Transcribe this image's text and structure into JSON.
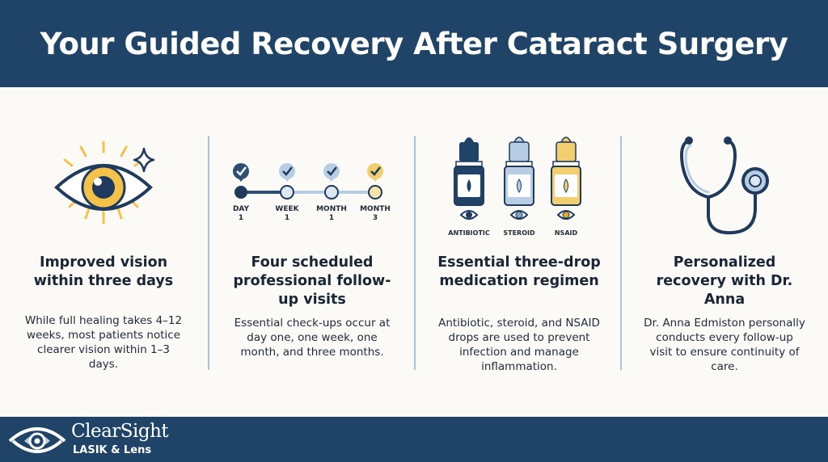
{
  "header": {
    "title": "Your Guided Recovery After Cataract Surgery"
  },
  "columns": [
    {
      "icon": "eye-sparkle-icon",
      "heading": "Improved vision within three days",
      "body": "While full healing takes 4–12 weeks, most patients notice clearer vision within 1–3 days."
    },
    {
      "icon": "timeline-icon",
      "heading": "Four scheduled professional follow-up visits",
      "body": "Essential check-ups occur at day one, one week, one month, and three months.",
      "timeline": [
        {
          "label_top": "DAY",
          "label_bottom": "1",
          "color": "#2d4f73"
        },
        {
          "label_top": "WEEK",
          "label_bottom": "1",
          "color": "#b7cde3"
        },
        {
          "label_top": "MONTH",
          "label_bottom": "1",
          "color": "#b7cde3"
        },
        {
          "label_top": "MONTH",
          "label_bottom": "3",
          "color": "#f2cf6e"
        }
      ]
    },
    {
      "icon": "eye-drops-icon",
      "heading": "Essential three-drop medication regimen",
      "body": "Antibiotic, steroid, and NSAID drops are used to prevent infection and manage inflammation.",
      "bottles": [
        {
          "label": "ANTIBIOTIC",
          "color": "#1f4468"
        },
        {
          "label": "STEROID",
          "color": "#b7cde3"
        },
        {
          "label": "NSAID",
          "color": "#f2cf6e"
        }
      ]
    },
    {
      "icon": "stethoscope-icon",
      "heading": "Personalized recovery with Dr. Anna",
      "body": "Dr. Anna Edmiston personally conducts every follow-up visit to ensure continuity of care."
    }
  ],
  "footer": {
    "logo_main": "ClearSight",
    "logo_sub": "LASIK & Lens"
  },
  "colors": {
    "navy": "#1f4468",
    "gold": "#f2c24a",
    "light_blue": "#b7cde3"
  }
}
